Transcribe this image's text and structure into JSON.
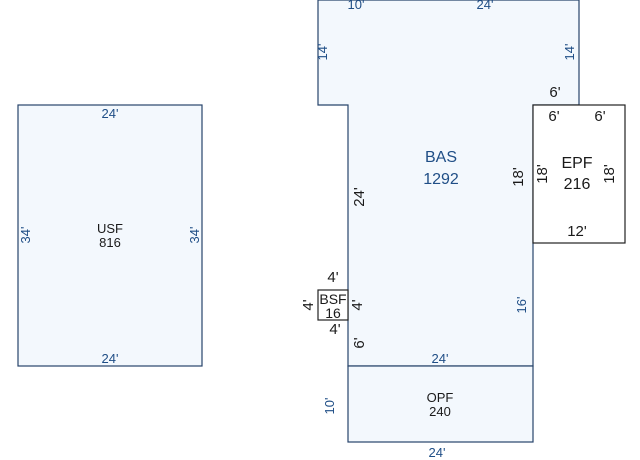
{
  "colors": {
    "outline_blue": "#27446b",
    "fill_blue": "#f3f8fd",
    "text_blue": "#1f4e86",
    "outline_black": "#222222",
    "fill_white": "#ffffff",
    "text_black": "#1a1a1a"
  },
  "usf": {
    "code": "USF",
    "area": "816",
    "dim_top": "24'",
    "dim_left": "34'",
    "dim_right": "34'",
    "dim_bottom": "24'"
  },
  "bas": {
    "code": "BAS",
    "area": "1292",
    "dim_top_left": "10'",
    "dim_top_right": "24'",
    "dim_left_upper": "14'",
    "dim_right_upper": "14'",
    "dim_left_mid": "24'",
    "dim_right_mid": "18'",
    "dim_left_lower": "6'",
    "dim_right_lower": "16'"
  },
  "epf": {
    "code": "EPF",
    "area": "216",
    "dim_outer_top": "6'",
    "dim_top_left": "6'",
    "dim_top_right": "6'",
    "dim_left": "18'",
    "dim_right": "18'",
    "dim_bottom": "12'"
  },
  "bsf": {
    "code": "BSF",
    "area": "16",
    "dim_top": "4'",
    "dim_left": "4'",
    "dim_right": "4'",
    "dim_bottom": "4'"
  },
  "opf": {
    "code": "OPF",
    "area": "240",
    "dim_top": "24'",
    "dim_left": "10'",
    "dim_bottom": "24'"
  }
}
